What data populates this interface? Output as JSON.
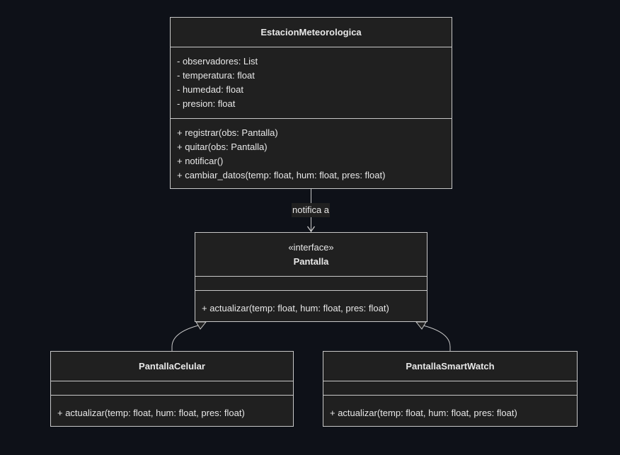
{
  "classes": {
    "estacion": {
      "name": "EstacionMeteorologica",
      "attributes": [
        "- observadores: List",
        "- temperatura: float",
        "- humedad: float",
        "- presion: float"
      ],
      "methods": [
        "+ registrar(obs: Pantalla)",
        "+ quitar(obs: Pantalla)",
        "+ notificar()",
        "+ cambiar_datos(temp: float, hum: float, pres: float)"
      ]
    },
    "pantalla": {
      "stereotype": "«interface»",
      "name": "Pantalla",
      "methods": [
        "+ actualizar(temp: float, hum: float, pres: float)"
      ]
    },
    "celular": {
      "name": "PantallaCelular",
      "methods": [
        "+ actualizar(temp: float, hum: float, pres: float)"
      ]
    },
    "smartwatch": {
      "name": "PantallaSmartWatch",
      "methods": [
        "+ actualizar(temp: float, hum: float, pres: float)"
      ]
    }
  },
  "relations": [
    {
      "from": "EstacionMeteorologica",
      "to": "Pantalla",
      "type": "association",
      "label": "notifica a"
    },
    {
      "from": "PantallaCelular",
      "to": "Pantalla",
      "type": "realization"
    },
    {
      "from": "PantallaSmartWatch",
      "to": "Pantalla",
      "type": "realization"
    }
  ],
  "colors": {
    "background": "#0e1118",
    "box_fill": "#202020",
    "stroke": "#c8c8c8",
    "text": "#e8e8e8"
  }
}
